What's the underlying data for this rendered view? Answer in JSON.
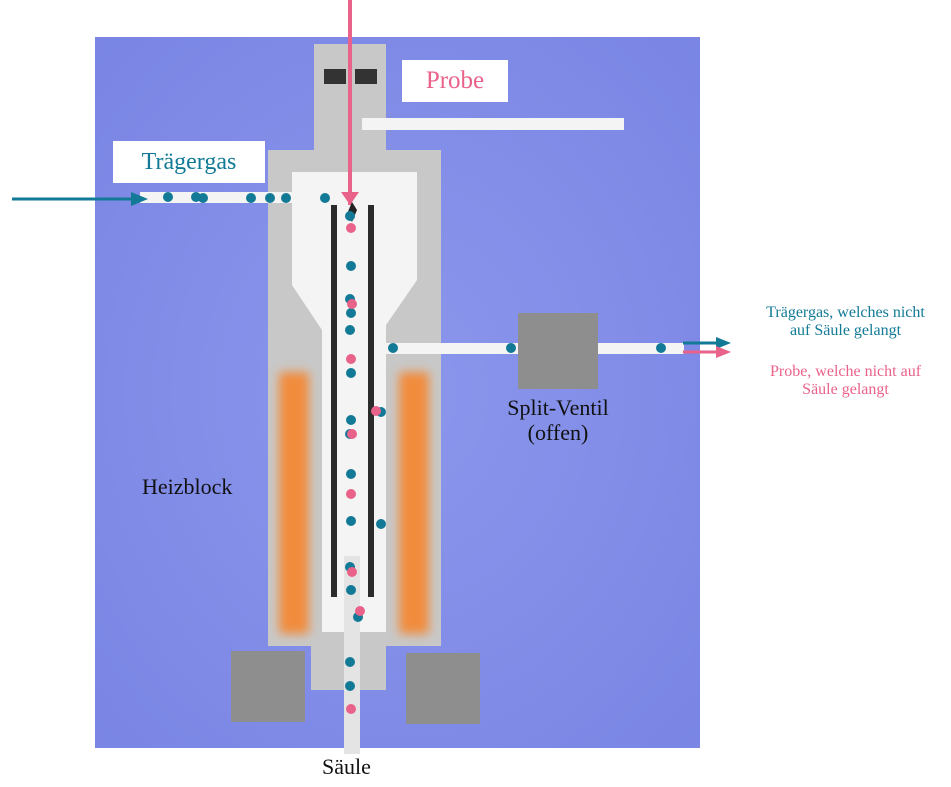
{
  "labels": {
    "probe": "Probe",
    "carrier_gas": "Trägergas",
    "carrier_out": [
      "Trägergas, welches nicht",
      "auf Säule gelangt"
    ],
    "probe_out": [
      "Probe, welche nicht auf",
      "Säule gelangt"
    ],
    "split_valve": [
      "Split-Ventil",
      "(offen)"
    ],
    "heating_block": "Heizblock",
    "column": "Säule"
  },
  "colors": {
    "background_panel": "#7e89e6",
    "injector_body": "#c6c6c6",
    "injector_inner": "#f4f4f4",
    "heater": "#f28c3c",
    "liner": "#2b2b2b",
    "valve": "#8e8e8e",
    "carrier_gas": "#127a96",
    "probe": "#e9628a"
  }
}
